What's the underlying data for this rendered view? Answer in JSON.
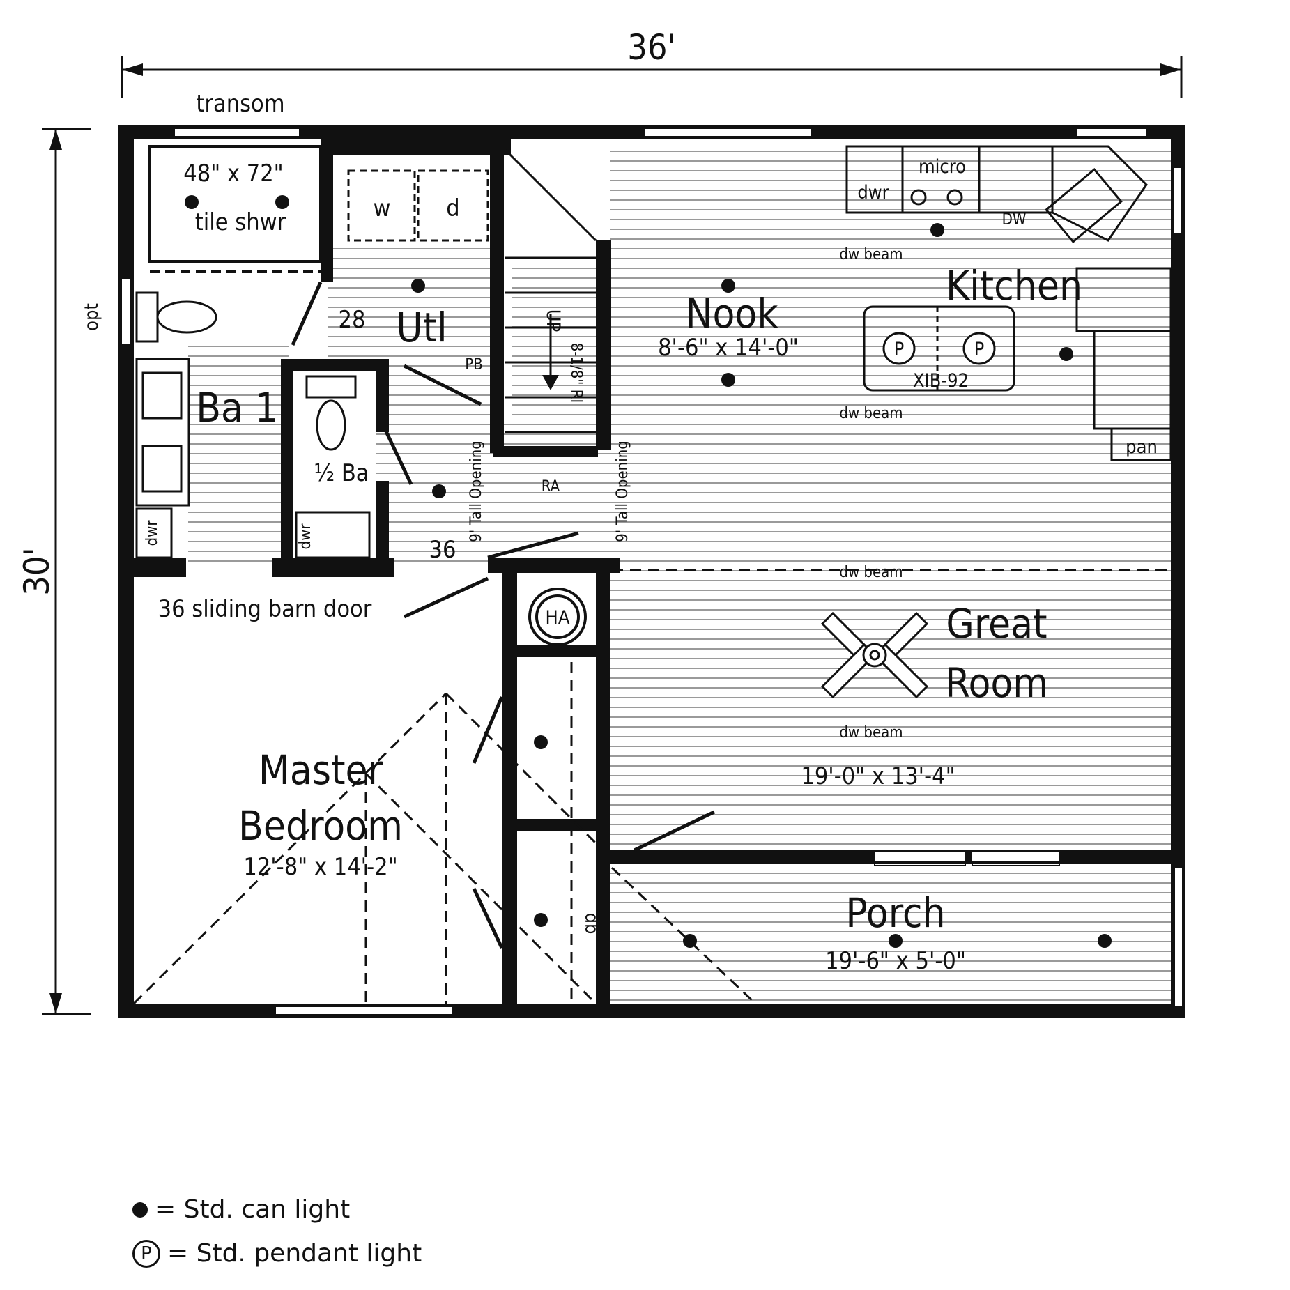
{
  "dimensions": {
    "width": "36'",
    "depth": "30'"
  },
  "labels": {
    "transom": "transom",
    "opt": "opt",
    "shower_size": "48\" x 72\"",
    "shower": "tile shwr",
    "washer": "w",
    "dryer": "d",
    "door_28": "28",
    "door_36": "36",
    "pb": "PB",
    "up": "UP",
    "stair": "8-1/8\" RI",
    "rail": "RA",
    "tall_opening": "9' Tall Opening",
    "ha": "HA",
    "dwr": "dwr",
    "db": "db",
    "micro": "micro",
    "dw": "DW",
    "pan": "pan",
    "pendant": "P",
    "island": "XIB-92",
    "dw_beam": "dw beam",
    "barn_door": "36 sliding barn door"
  },
  "rooms": {
    "bath1": {
      "name": "Ba 1"
    },
    "half_bath": {
      "name": "½ Ba"
    },
    "utility": {
      "name": "Utl"
    },
    "nook": {
      "name": "Nook",
      "size": "8'-6\" x 14'-0\""
    },
    "kitchen": {
      "name": "Kitchen"
    },
    "great_room": {
      "name_line1": "Great",
      "name_line2": "Room",
      "size": "19'-0\" x 13'-4\""
    },
    "master": {
      "name_line1": "Master",
      "name_line2": "Bedroom",
      "size": "12'-8\" x 14'-2\""
    },
    "porch": {
      "name": "Porch",
      "size": "19'-6\" x 5'-0\""
    }
  },
  "legend": {
    "can_light": "= Std. can light",
    "pendant_light": "= Std. pendant light",
    "pendant_symbol": "P"
  },
  "colors": {
    "wall": "#111111",
    "floor_line": "#9a9a9a",
    "background": "#ffffff"
  }
}
